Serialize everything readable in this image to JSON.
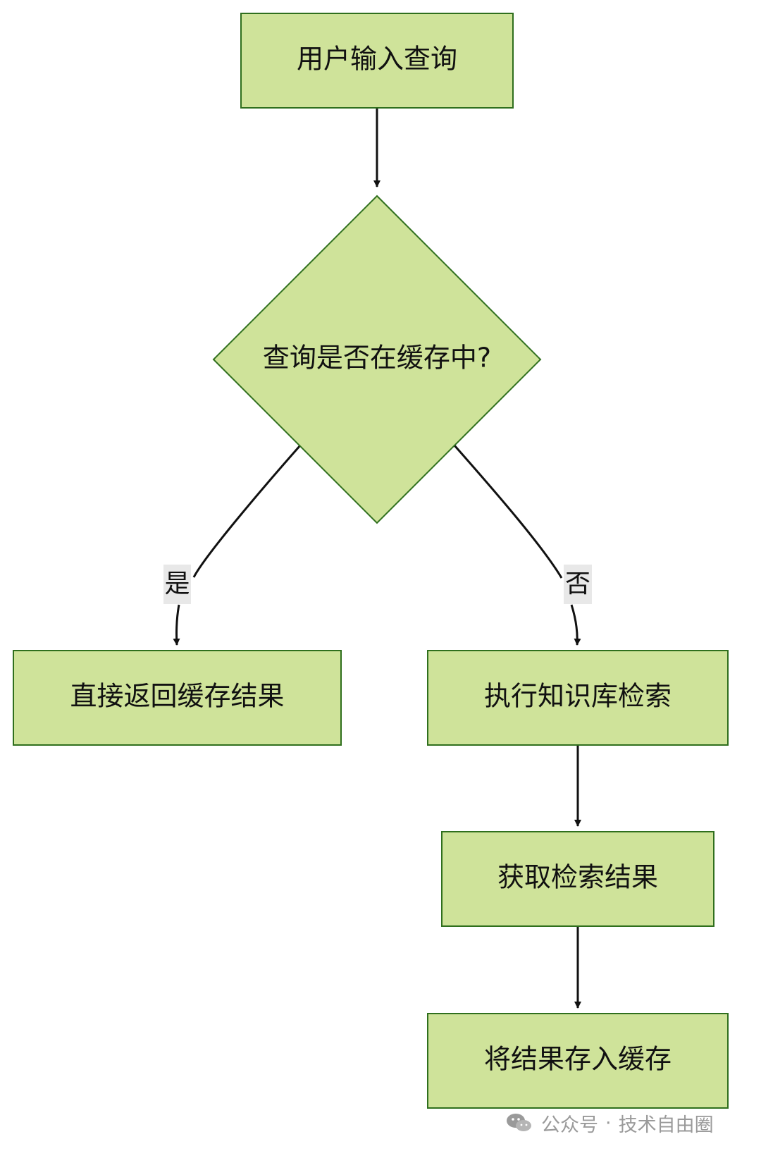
{
  "nodes": {
    "user_query": "用户输入查询",
    "cache_check": "查询是否在缓存中?",
    "return_cached": "直接返回缓存结果",
    "kb_search": "执行知识库检索",
    "get_results": "获取检索结果",
    "store_cache": "将结果存入缓存"
  },
  "edges": {
    "yes_label": "是",
    "no_label": "否"
  },
  "watermark": {
    "prefix": "公众号",
    "separator": "·",
    "name": "技术自由圈"
  },
  "colors": {
    "node_fill": "#cfe39a",
    "node_stroke": "#2f6f1d",
    "edge": "#111111",
    "label_bg": "#e8e8e8",
    "watermark": "#9a9a9a"
  },
  "icon": "wechat-icon"
}
